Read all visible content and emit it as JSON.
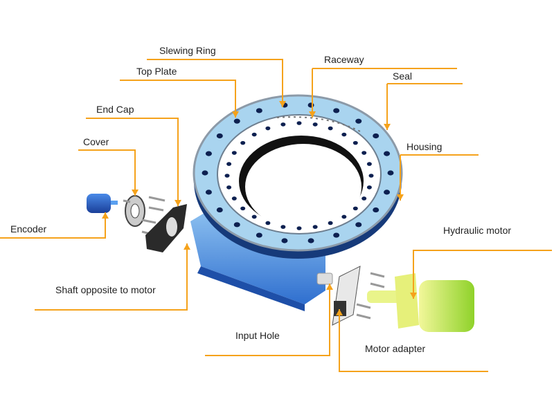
{
  "labels": {
    "slewing_ring": "Slewing Ring",
    "top_plate": "Top Plate",
    "end_cap": "End Cap",
    "cover": "Cover",
    "encoder": "Encoder",
    "raceway": "Raceway",
    "seal": "Seal",
    "housing": "Housing",
    "hydraulic_motor": "Hydraulic motor",
    "shaft_opposite": "Shaft opposite to motor",
    "input_hole": "Input Hole",
    "motor_adapter": "Motor adapter"
  },
  "colors": {
    "leader": "#f5a21b",
    "ring_light": "#a9d4ef",
    "ring_dark": "#163a7a",
    "housing_blue": "#4b8fe0",
    "motor_green": "#b8e04a"
  }
}
